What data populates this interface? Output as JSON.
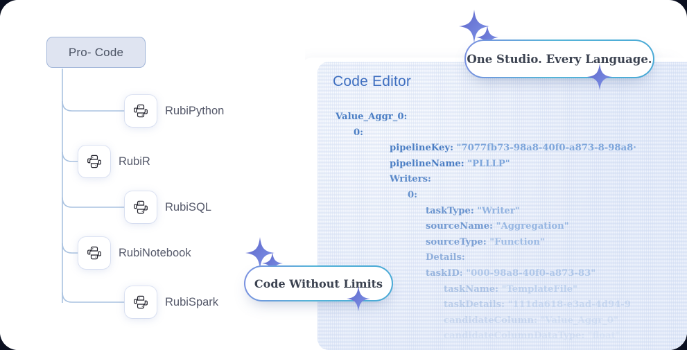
{
  "tree": {
    "root": {
      "label": "Pro- Code"
    },
    "nodes": [
      {
        "label": "RubiPython",
        "icon": "python-logo-icon"
      },
      {
        "label": "RubiR",
        "icon": "python-logo-icon"
      },
      {
        "label": "RubiSQL",
        "icon": "python-logo-icon"
      },
      {
        "label": "RubiNotebook",
        "icon": "python-logo-icon"
      },
      {
        "label": "RubiSpark",
        "icon": "python-logo-icon"
      }
    ]
  },
  "editor": {
    "title": "Code Editor",
    "lines": [
      {
        "indent": 0,
        "key": "Value_Aggr_0:",
        "value": "",
        "opacity": 1.0
      },
      {
        "indent": 1,
        "key": "0:",
        "value": "",
        "opacity": 1.0
      },
      {
        "indent": 3,
        "key": "pipelineKey:",
        "value": "\"7077fb73-98a8-40f0-a873-8-98a8·",
        "opacity": 1.0
      },
      {
        "indent": 3,
        "key": "pipelineName:",
        "value": "\"PLLLP\"",
        "opacity": 1.0
      },
      {
        "indent": 3,
        "key": "Writers:",
        "value": "",
        "opacity": 0.9
      },
      {
        "indent": 4,
        "key": "0:",
        "value": "",
        "opacity": 0.85
      },
      {
        "indent": 5,
        "key": "taskType:",
        "value": "\"Writer\"",
        "opacity": 0.8
      },
      {
        "indent": 5,
        "key": "sourceName:",
        "value": "\"Aggregation\"",
        "opacity": 0.75
      },
      {
        "indent": 5,
        "key": "sourceType:",
        "value": "\"Function\"",
        "opacity": 0.68
      },
      {
        "indent": 5,
        "key": "Details:",
        "value": "",
        "opacity": 0.55
      },
      {
        "indent": 5,
        "key": "taskID:",
        "value": "\"000-98a8-40f0-a873-83\"",
        "opacity": 0.5
      },
      {
        "indent": 6,
        "key": "taskName:",
        "value": "\"TemplateFile\"",
        "opacity": 0.36
      },
      {
        "indent": 6,
        "key": "taskDetails:",
        "value": "\"111da618-e3ad-4d94-9",
        "opacity": 0.26
      },
      {
        "indent": 6,
        "key": "candidateColumn:",
        "value": "\"Value_Aggr_0\"",
        "opacity": 0.17
      },
      {
        "indent": 6,
        "key": "candidateColumnDataType:",
        "value": "\"float\"",
        "opacity": 0.1
      }
    ]
  },
  "pills": {
    "top": {
      "label": "One Studio. Every Language."
    },
    "bottom": {
      "label": "Code Without Limits"
    }
  },
  "colors": {
    "accent_blue": "#3f6fc0",
    "code_key": "#4b7ec4",
    "code_value": "#7ea6db",
    "pill_border_start": "#7b8fe0",
    "pill_border_end": "#49a9d6",
    "sparkle_start": "#5b62c8",
    "sparkle_end": "#7e96e8",
    "tree_line": "#a9c2e0",
    "root_fill": "#dfe4f1"
  }
}
